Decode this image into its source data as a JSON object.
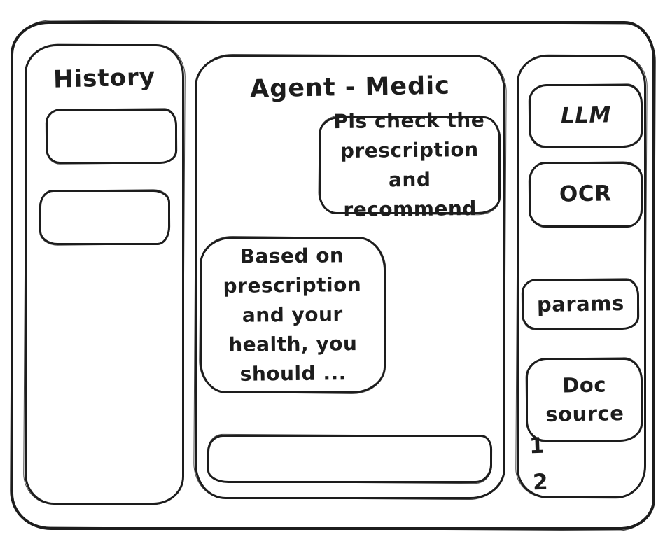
{
  "history_panel": {
    "title": "History",
    "items": [
      {
        "label": ""
      },
      {
        "label": ""
      }
    ]
  },
  "chat_panel": {
    "title": "Agent - Medic",
    "messages": [
      {
        "role": "user",
        "text": "Pls check the\nprescription\nand recommend"
      },
      {
        "role": "assistant",
        "text": "Based on\nprescription\nand your\nhealth, you\nshould ..."
      }
    ],
    "input": {
      "value": "",
      "placeholder": ""
    }
  },
  "tools_panel": {
    "llm": {
      "label": "LLM"
    },
    "ocr": {
      "label": "OCR"
    },
    "params": {
      "label": "params"
    },
    "doc_source": {
      "label": "Doc\nsource",
      "entries": [
        "1",
        "2"
      ]
    }
  },
  "colors": {
    "stroke": "#1d1d1d",
    "background": "#ffffff"
  }
}
